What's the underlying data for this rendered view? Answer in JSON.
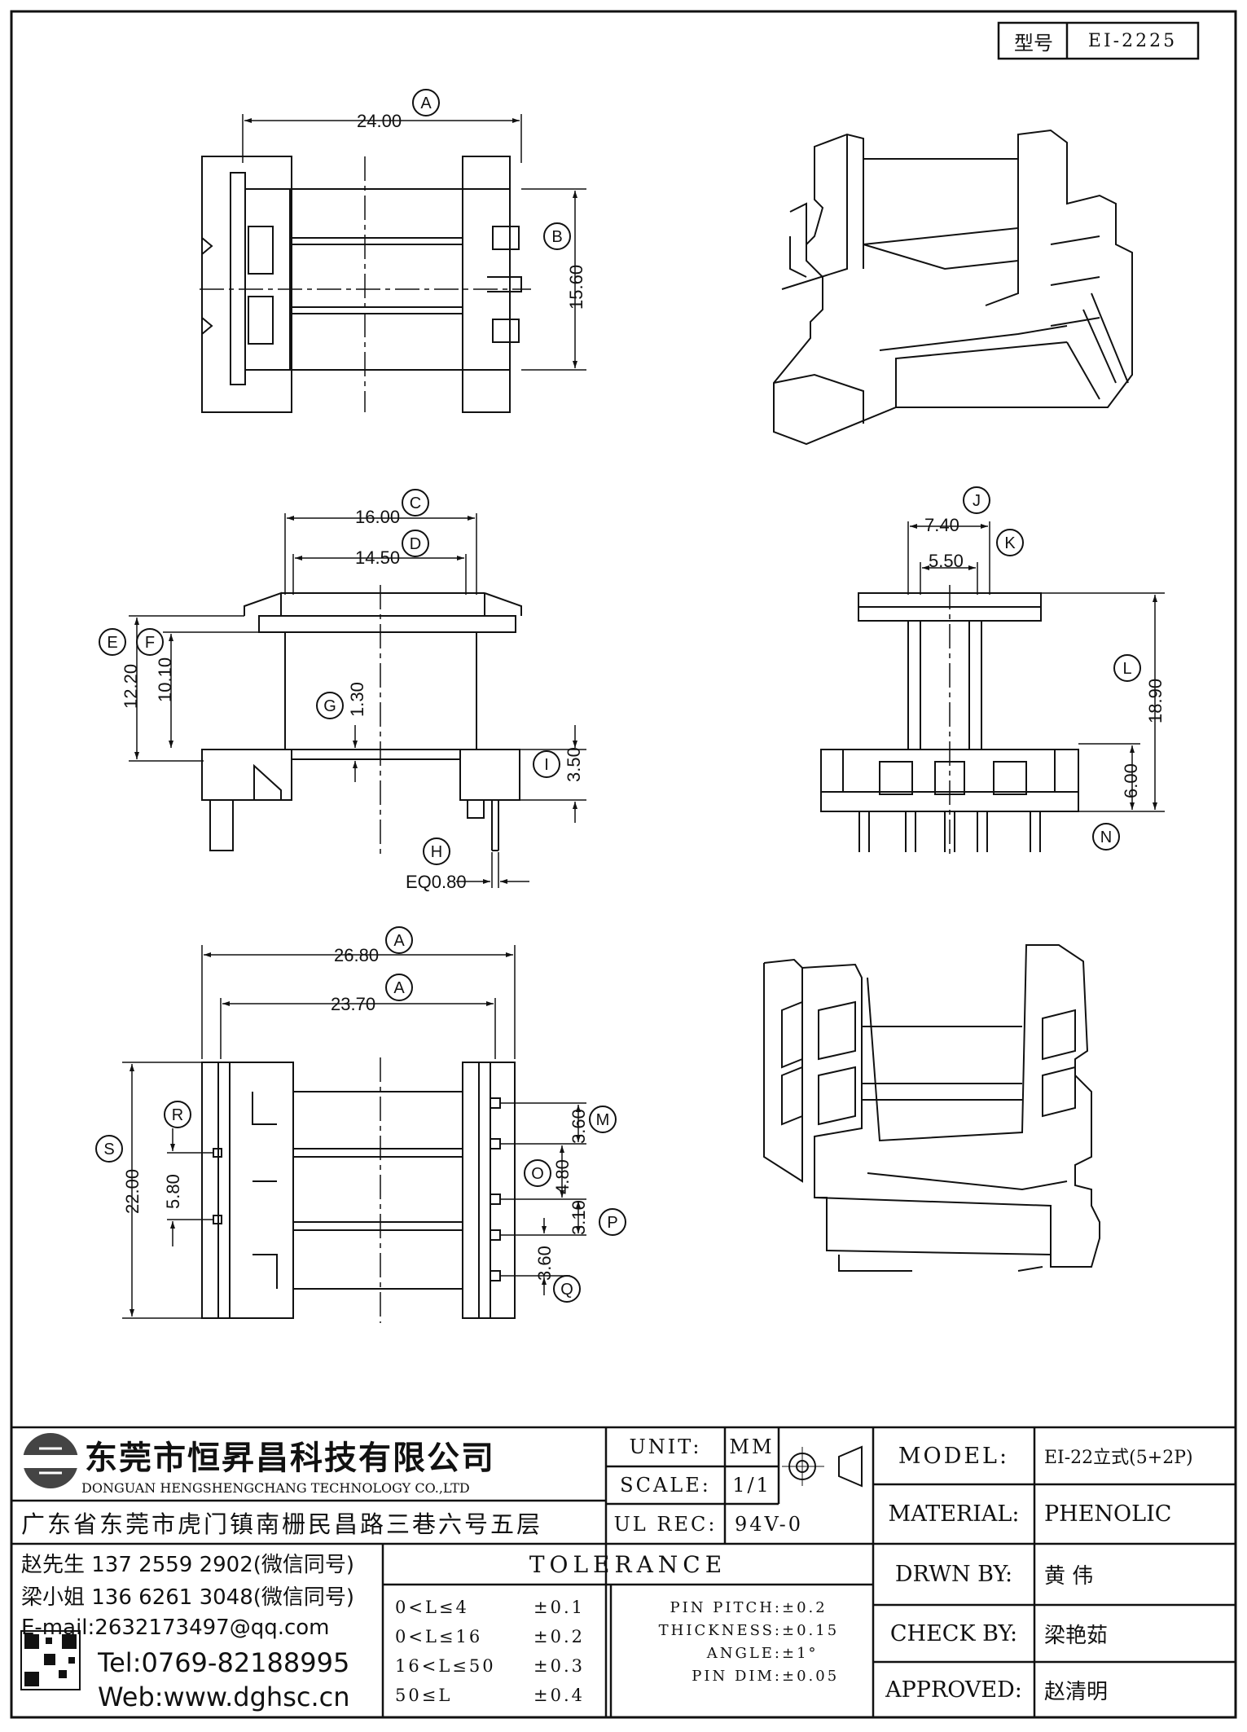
{
  "header": {
    "type_label": "型号",
    "type_value": "EI-2225"
  },
  "dims": {
    "A1": "24.00",
    "B": "15.60",
    "C": "16.00",
    "D": "14.50",
    "E": "12.20",
    "F": "10.10",
    "G": "1.30",
    "I": "3.50",
    "H": "EQ0.80",
    "J": "7.40",
    "K": "5.50",
    "L": "18.90",
    "N": "6.00",
    "A2": "26.80",
    "A3": "23.70",
    "S": "22.00",
    "R": "5.80",
    "M": "3.60",
    "O": "4.80",
    "P": "3.10",
    "Q": "3.60"
  },
  "markers": [
    "A",
    "B",
    "C",
    "D",
    "E",
    "F",
    "G",
    "H",
    "I",
    "J",
    "K",
    "L",
    "N",
    "A",
    "A",
    "S",
    "R",
    "M",
    "O",
    "P",
    "Q"
  ],
  "company": {
    "name_cn": "东莞市恒昇昌科技有限公司",
    "name_en": "DONGUAN HENGSHENGCHANG TECHNOLOGY CO.,LTD",
    "address": "广东省东莞市虎门镇南栅民昌路三巷六号五层",
    "contact1": "赵先生 137 2559 2902(微信同号)",
    "contact2": "梁小姐 136 6261 3048(微信同号)",
    "email": "E-mail:2632173497@qq.com",
    "tel": "Tel:0769-82188995",
    "web": "Web:www.dghsc.cn"
  },
  "spec": {
    "unit_label": "UNIT:",
    "unit_value": "MM",
    "scale_label": "SCALE:",
    "scale_value": "1/1",
    "ulrec_label": "UL REC:",
    "ulrec_value": "94V-0",
    "model_label": "MODEL:",
    "model_value": "EI-22立式(5+2P)",
    "material_label": "MATERIAL:",
    "material_value": "PHENOLIC",
    "drwn_label": "DRWN BY:",
    "drwn_value": "黄 伟",
    "check_label": "CHECK BY:",
    "check_value": "梁艳茹",
    "approved_label": "APPROVED:",
    "approved_value": "赵清明"
  },
  "tolerance": {
    "title": "TOLERANCE",
    "rows": [
      {
        "range": "0<L≤4",
        "tol": "±0.1"
      },
      {
        "range": "0<L≤16",
        "tol": "±0.2"
      },
      {
        "range": "16<L≤50",
        "tol": "±0.3"
      },
      {
        "range": "50≤L",
        "tol": "±0.4"
      }
    ],
    "extra": [
      {
        "label": "PIN PITCH:",
        "tol": "±0.2"
      },
      {
        "label": "THICKNESS:",
        "tol": "±0.15"
      },
      {
        "label": "ANGLE:",
        "tol": "±1°"
      },
      {
        "label": "PIN DIM:",
        "tol": "±0.05"
      }
    ]
  }
}
